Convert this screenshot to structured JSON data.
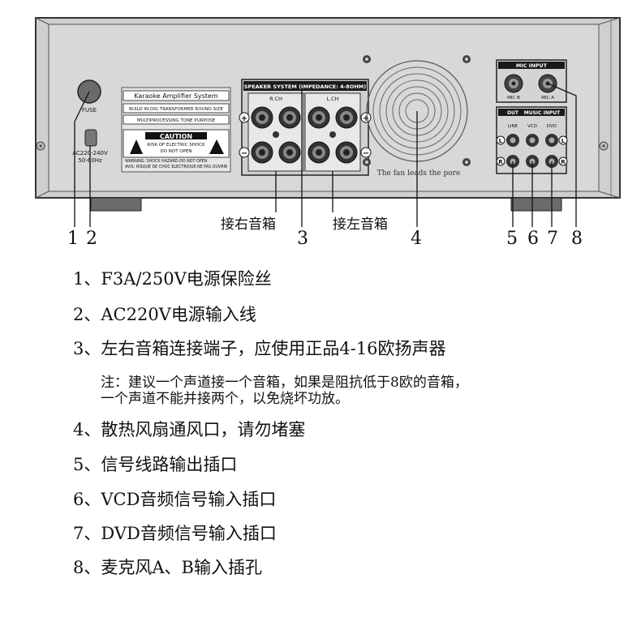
{
  "panel": {
    "fuse_label": "FUSE",
    "ac_label_line1": "AC220-240V",
    "ac_label_line2": "50-60Hz",
    "info_title": "Karaoke Amplifier System",
    "info_line1": "BUILD IN DIG TRANSFORMER ROUND SIZE",
    "info_line2": "MULTIPROCESSING TONE PURPOSE",
    "caution_title": "CAUTION",
    "caution_line1": "RISK OF ELECTRIC SHOCK",
    "caution_line2": "DO NOT OPEN",
    "warning_line1": "WARNING: SHOCK HAZARD-DO NOT OPEN",
    "warning_line2": "AVIS: RISQUE DE CHOC ELECTRIQUE-NE PAS OUVRIR",
    "speaker_title": "SPEAKER SYSTEM (IMPEDANCE: 4-8OHM)",
    "speaker_rch": "R.CH",
    "speaker_lch": "L.CH",
    "fan_caption": "The fan leads the pore",
    "mic_title": "MIC INPUT",
    "mic_b": "MIC B",
    "mic_a": "MIC A",
    "out_label": "OUT",
    "music_input_label": "MUSIC INPUT",
    "line_label": "LINE",
    "vcd_label": "VCD",
    "dvd_label": "DVD",
    "l_mark": "L",
    "r_mark": "R",
    "plus_mark": "+",
    "minus_mark": "−"
  },
  "captions": {
    "right_speaker": "接右音箱",
    "left_speaker": "接左音箱"
  },
  "callouts": [
    "1",
    "2",
    "3",
    "4",
    "5",
    "6",
    "7",
    "8"
  ],
  "legend": [
    "1、F3A/250V电源保险丝",
    "2、AC220V电源输入线",
    "3、左右音箱连接端子，应使用正品4-16欧扬声器",
    "4、散热风扇通风口，请勿堵塞",
    "5、信号线路输出插口",
    "6、VCD音频信号输入插口",
    "7、DVD音频信号输入插口",
    "8、麦克风A、B输入插孔"
  ],
  "note": {
    "line1": "注：建议一个声道接一个音箱，如果是阻抗低于8欧的音箱，",
    "line2": "一个声道不能并接两个，以免烧坏功放。"
  }
}
